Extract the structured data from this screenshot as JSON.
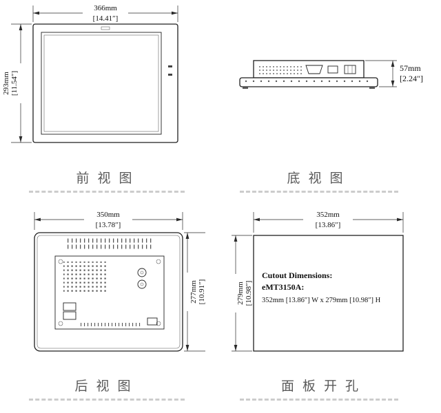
{
  "colors": {
    "line": "#1f1f1f",
    "dimension_text": "#111111",
    "label_text": "#5a5a5a",
    "separator": "#cccccc",
    "background": "#ffffff"
  },
  "views": {
    "front": {
      "label": "前视图",
      "width_mm": "366mm",
      "width_in": "[14.41″]",
      "height_mm": "293mm",
      "height_in": "[11.54″]"
    },
    "bottom": {
      "label": "底视图",
      "height_mm": "57mm",
      "height_in": "[2.24″]"
    },
    "rear": {
      "label": "后视图",
      "width_mm": "350mm",
      "width_in": "[13.78″]",
      "height_mm": "277mm",
      "height_in": "[10.91″]"
    },
    "cutout": {
      "label": "面板开孔",
      "width_mm": "352mm",
      "width_in": "[13.86″]",
      "height_mm": "279mm",
      "height_in": "[10.98″]",
      "note_title": "Cutout  Dimensions:",
      "note_model": "eMT3150A:",
      "note_size": "352mm [13.86″] W x 279mm [10.98″] H"
    }
  }
}
